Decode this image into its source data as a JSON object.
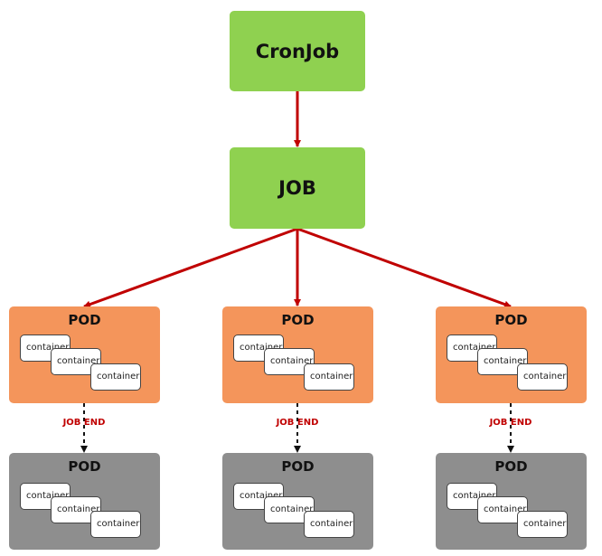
{
  "cronjob": {
    "label": "CronJob",
    "color": "#8fd150"
  },
  "job": {
    "label": "JOB",
    "color": "#8fd150"
  },
  "running_pods": [
    {
      "title": "POD",
      "containers": [
        "container",
        "container",
        "container"
      ]
    },
    {
      "title": "POD",
      "containers": [
        "container",
        "container",
        "container"
      ]
    },
    {
      "title": "POD",
      "containers": [
        "container",
        "container",
        "container"
      ]
    }
  ],
  "end_label": "JOB END",
  "ended_pods": [
    {
      "title": "POD",
      "containers": [
        "container",
        "container",
        "container"
      ]
    },
    {
      "title": "POD",
      "containers": [
        "container",
        "container",
        "container"
      ]
    },
    {
      "title": "POD",
      "containers": [
        "container",
        "container",
        "container"
      ]
    }
  ],
  "colors": {
    "running_pod": "#f4955b",
    "ended_pod": "#8e8e8e",
    "arrow_red": "#c00000",
    "arrow_black": "#111111"
  }
}
